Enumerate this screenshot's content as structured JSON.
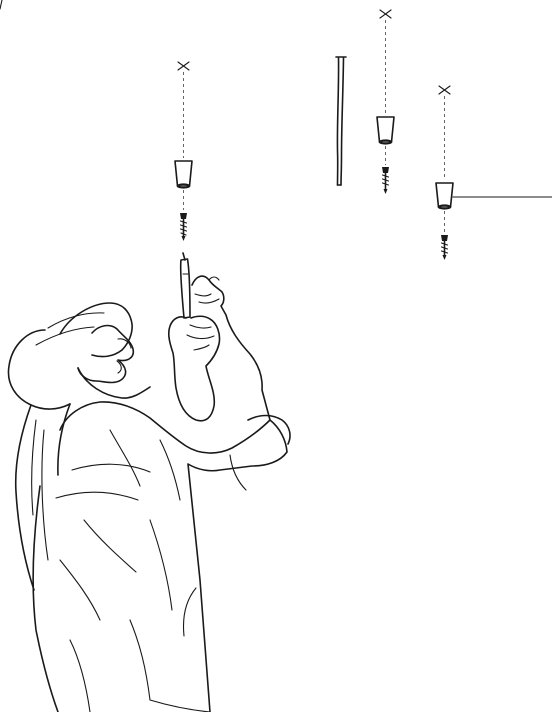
{
  "figure": {
    "kind": "installation-illustration",
    "line_color": "#1a1a1a",
    "background": "#ffffff",
    "parts": [
      "ceiling-mark",
      "wall-anchor",
      "screw",
      "metal-rod",
      "leader-line"
    ]
  }
}
